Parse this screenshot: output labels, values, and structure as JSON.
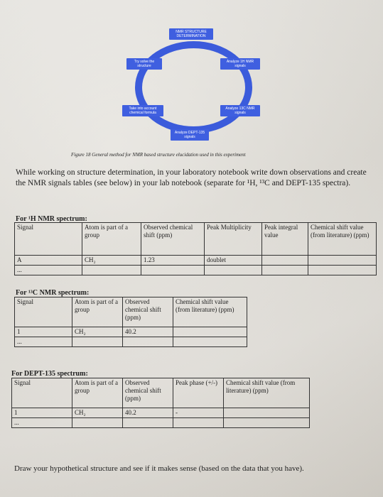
{
  "diagram": {
    "nodes": [
      "NMR STRUCTURE DETERMINATION",
      "Analyze 1H NMR signals",
      "Analyze 13C NMR signals",
      "Analyze DEPT-135 signals",
      "Take into account chemical formula",
      "Try solve the structure"
    ],
    "caption": "Figure 18 General method for NMR based structure elucidation used in this experiment"
  },
  "intro": "While working on structure determination, in your laboratory notebook write down observations and create the NMR signals tables (see below) in your lab notebook (separate for ¹H, ¹³C and DEPT-135 spectra).",
  "h_nmr": {
    "title": "For ¹H NMR spectrum:",
    "headers": [
      "Signal",
      "Atom is part of a group",
      "Observed chemical shift (ppm)",
      "Peak Multiplicity",
      "Peak integral value",
      "Chemical shift value (from literature) (ppm)"
    ],
    "rows": [
      [
        "A",
        "CH₂",
        "1.23",
        "doublet",
        "",
        ""
      ],
      [
        "...",
        "",
        "",
        "",
        "",
        ""
      ]
    ]
  },
  "c_nmr": {
    "title": "For ¹³C NMR spectrum:",
    "headers": [
      "Signal",
      "Atom is part of a group",
      "Observed chemical shift (ppm)",
      "Chemical shift value (from literature) (ppm)"
    ],
    "rows": [
      [
        "1",
        "CH₂",
        "40.2",
        ""
      ],
      [
        "...",
        "",
        "",
        ""
      ]
    ]
  },
  "dept": {
    "title": "For DEPT-135 spectrum:",
    "headers": [
      "Signal",
      "Atom is part of a group",
      "Observed chemical shift (ppm)",
      "Peak phase (+/-)",
      "Chemical shift value (from literature) (ppm)"
    ],
    "rows": [
      [
        "1",
        "CH₂",
        "40.2",
        "-",
        ""
      ],
      [
        "...",
        "",
        "",
        "",
        ""
      ]
    ]
  },
  "closing": "Draw your hypothetical structure and see if it makes sense (based on the data that you have)."
}
